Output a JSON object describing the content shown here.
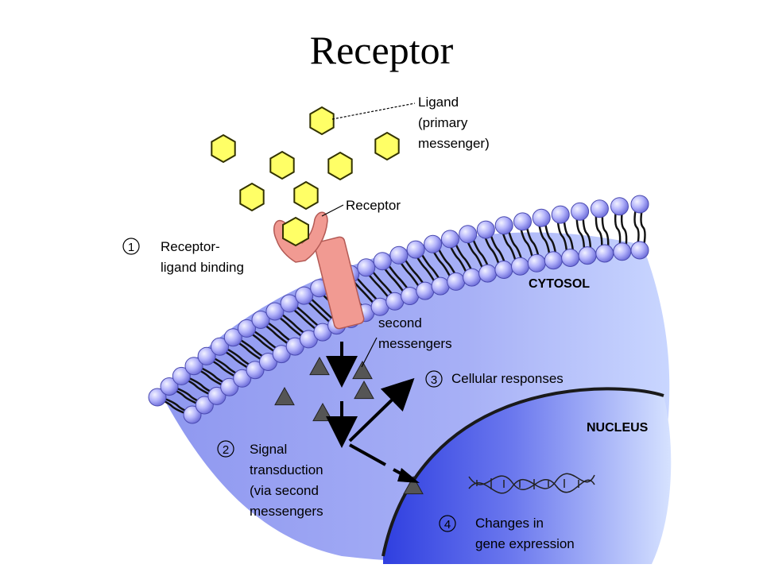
{
  "slide": {
    "title": "Receptor"
  },
  "diagram": {
    "labels": {
      "ligand": [
        "Ligand",
        "(primary",
        "messenger)"
      ],
      "receptor": "Receptor",
      "cytosol": "CYTOSOL",
      "nucleus": "NUCLEUS",
      "second_messengers": [
        "second",
        "messengers"
      ],
      "step1": {
        "number": "1",
        "lines": [
          "Receptor-",
          "ligand binding"
        ]
      },
      "step2": {
        "number": "2",
        "lines": [
          "Signal",
          "transduction",
          "(via second",
          "messengers"
        ]
      },
      "step3": {
        "number": "3",
        "lines": [
          "Cellular responses"
        ]
      },
      "step4": {
        "number": "4",
        "lines": [
          "Changes in",
          "gene expression"
        ]
      }
    },
    "colors": {
      "ligand_fill": "#ffff66",
      "ligand_stroke": "#333300",
      "receptor_fill": "#f19a92",
      "lipid_head": "#b9b9ff",
      "cytosol": "#9da8f4",
      "nucleus": "#3f4fe6",
      "messenger": "#555555"
    }
  }
}
